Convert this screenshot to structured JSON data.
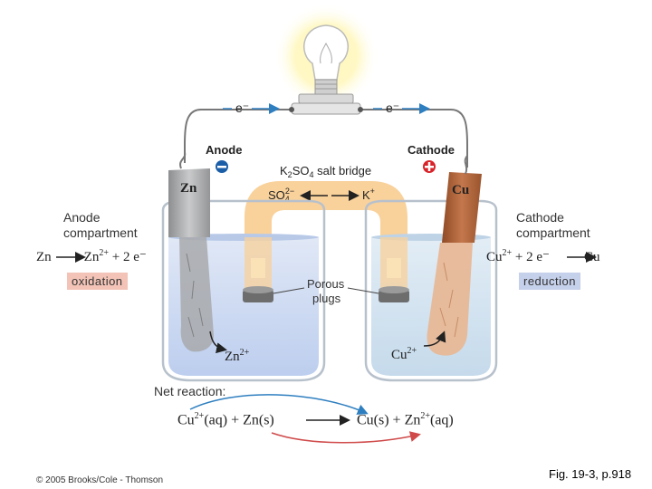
{
  "electron_left": "e⁻",
  "electron_right": "e⁻",
  "anode_label": "Anode",
  "cathode_label": "Cathode",
  "salt_bridge_label": "K₂SO₄ salt bridge",
  "sulfate_ion": "SO₄²⁻",
  "potassium_ion": "K⁺",
  "zn_electrode": "Zn",
  "cu_electrode": "Cu",
  "anode_compartment": [
    "Anode",
    "compartment"
  ],
  "cathode_compartment": [
    "Cathode",
    "compartment"
  ],
  "anode_reaction": {
    "left": "Zn",
    "right_species": "Zn",
    "right_charge": "2+",
    "right_rest": " + 2 e⁻"
  },
  "cathode_reaction": {
    "left_species": "Cu",
    "left_charge": "2+",
    "left_rest": " + 2 e⁻",
    "right": "Cu"
  },
  "oxidation_label": "oxidation",
  "reduction_label": "reduction",
  "porous_plugs": [
    "Porous",
    "plugs"
  ],
  "zn_ion": {
    "species": "Zn",
    "charge": "2+"
  },
  "cu_ion": {
    "species": "Cu",
    "charge": "2+"
  },
  "net_reaction_title": "Net reaction:",
  "net_reaction": {
    "cu": "Cu",
    "cu_charge": "2+",
    "cu_state": "(aq) + Zn(s)",
    "products": "Cu(s) + Zn",
    "zn_charge": "2+",
    "zn_state": "(aq)"
  },
  "copyright": "© 2005 Brooks/Cole - Thomson",
  "fig_caption": "Fig. 19-3, p.918",
  "colors": {
    "oxidation_bg": "#f2c3b6",
    "reduction_bg": "#c5d0ea",
    "salt_bridge": "#f8c98a",
    "solution_zn": "#c7d6f0",
    "solution_cu": "#cfe0ef",
    "copper": "#b5633a",
    "zinc": "#a9aaab",
    "arrow_blue": "#2e7fc0",
    "arrow_red": "#d04a4a",
    "minus_sign": "#1b5ea8",
    "plus_sign": "#d8232a"
  }
}
